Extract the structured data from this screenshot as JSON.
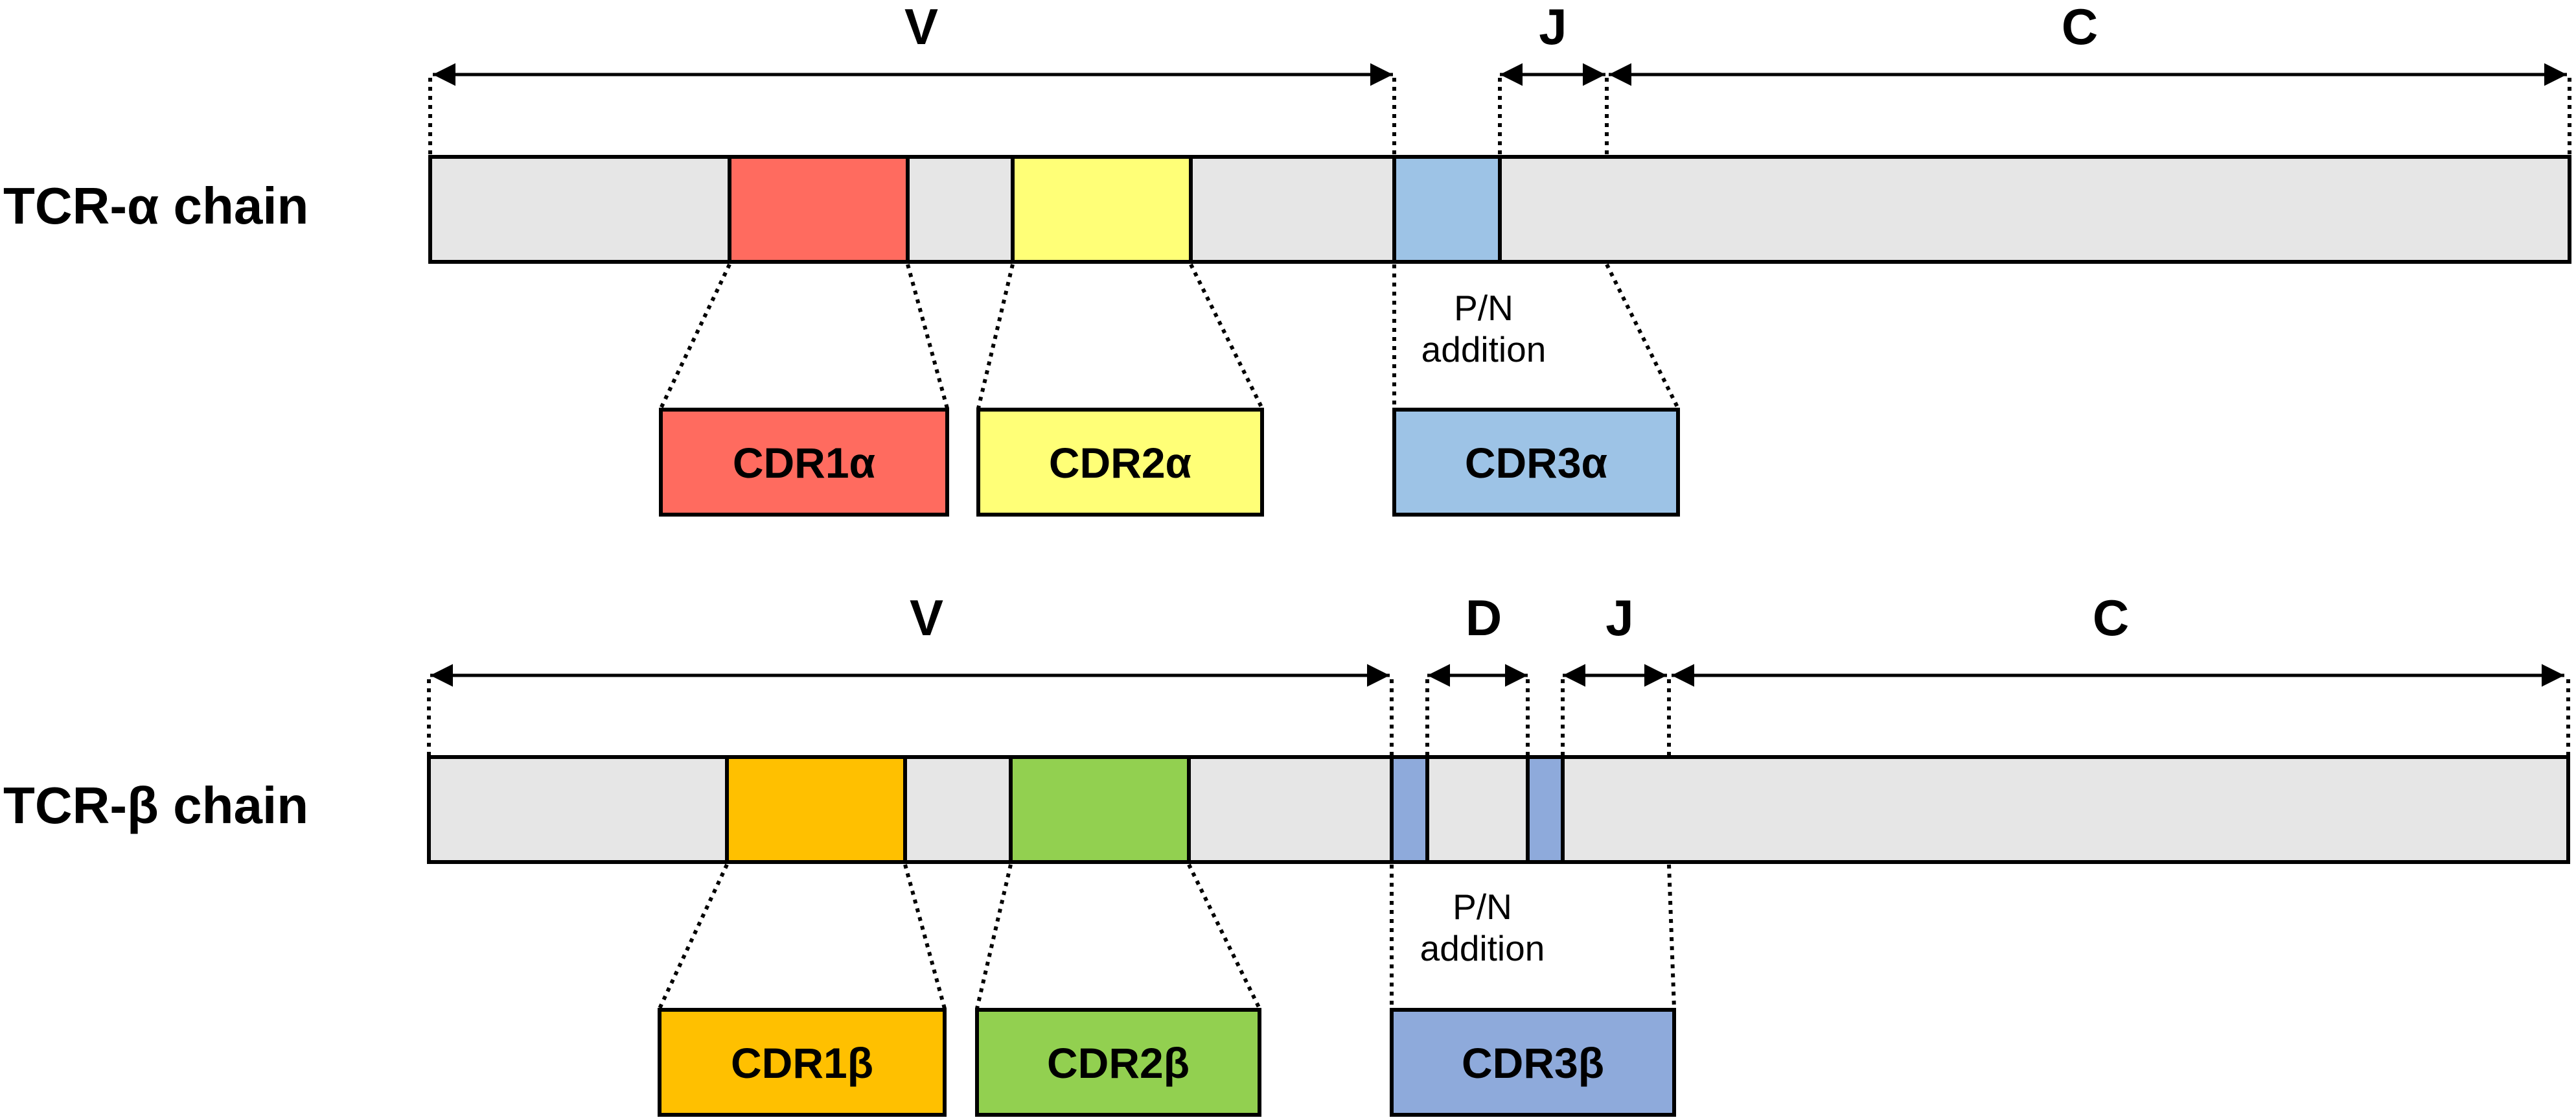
{
  "alpha": {
    "chain_label": "TCR-α chain",
    "regions": {
      "v": "V",
      "j": "J",
      "c": "C"
    },
    "cdr1": {
      "label": "CDR1α",
      "color": "#ff6b5f"
    },
    "cdr2": {
      "label": "CDR2α",
      "color": "#ffff77"
    },
    "cdr3": {
      "label": "CDR3α",
      "color": "#9dc3e6"
    },
    "pn_line1": "P/N",
    "pn_line2": "addition"
  },
  "beta": {
    "chain_label": "TCR-β chain",
    "regions": {
      "v": "V",
      "d": "D",
      "j": "J",
      "c": "C"
    },
    "cdr1": {
      "label": "CDR1β",
      "color": "#ffc000"
    },
    "cdr2": {
      "label": "CDR2β",
      "color": "#92d050"
    },
    "cdr3": {
      "label": "CDR3β",
      "color": "#8eaadb"
    },
    "pn_line1": "P/N",
    "pn_line2": "addition"
  },
  "colors": {
    "bar": "#e6e6e6",
    "stroke": "#000000"
  }
}
